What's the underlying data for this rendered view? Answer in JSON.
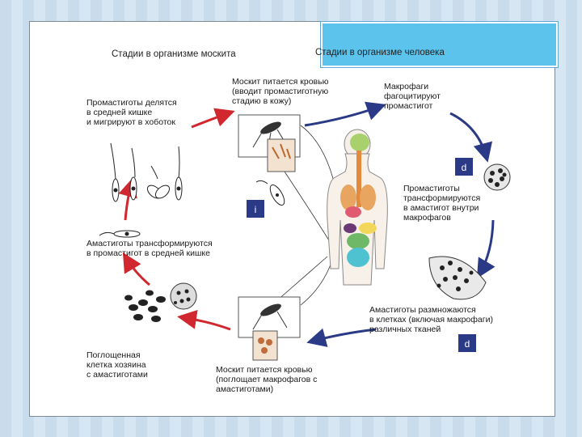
{
  "headers": {
    "mosquito": "Стадии в организме москита",
    "human": "Стадии в организме человека"
  },
  "steps": {
    "s1": "Москит питается кровью\n(вводит промастиготную\nстадию в кожу)",
    "s2": "Макрофаги\nфагоцитируют\nпромастигот",
    "s3": "Промастиготы\nтрансформируются\nв амастигот внутри\nмакрофагов",
    "s4": "Амастиготы размножаются\nв клетках (включая макрофаги)\nразличных тканей",
    "s5": "Москит питается кровью\n(поглощает макрофагов с\nамастиготами)",
    "s6": "Поглощенная\nклетка хозяина\nс амастиготами",
    "s7": "Амастиготы трансформируются\nв промастигот в средней кишке",
    "s8": "Промастиготы делятся\nв средней кишке\nи мигрируют в хоботок"
  },
  "badges": {
    "i": "i",
    "d1": "d",
    "d2": "d"
  },
  "colors": {
    "blue_arrow": "#2b3a86",
    "red_arrow": "#d0282e",
    "title_box": "#5bc3ec"
  }
}
